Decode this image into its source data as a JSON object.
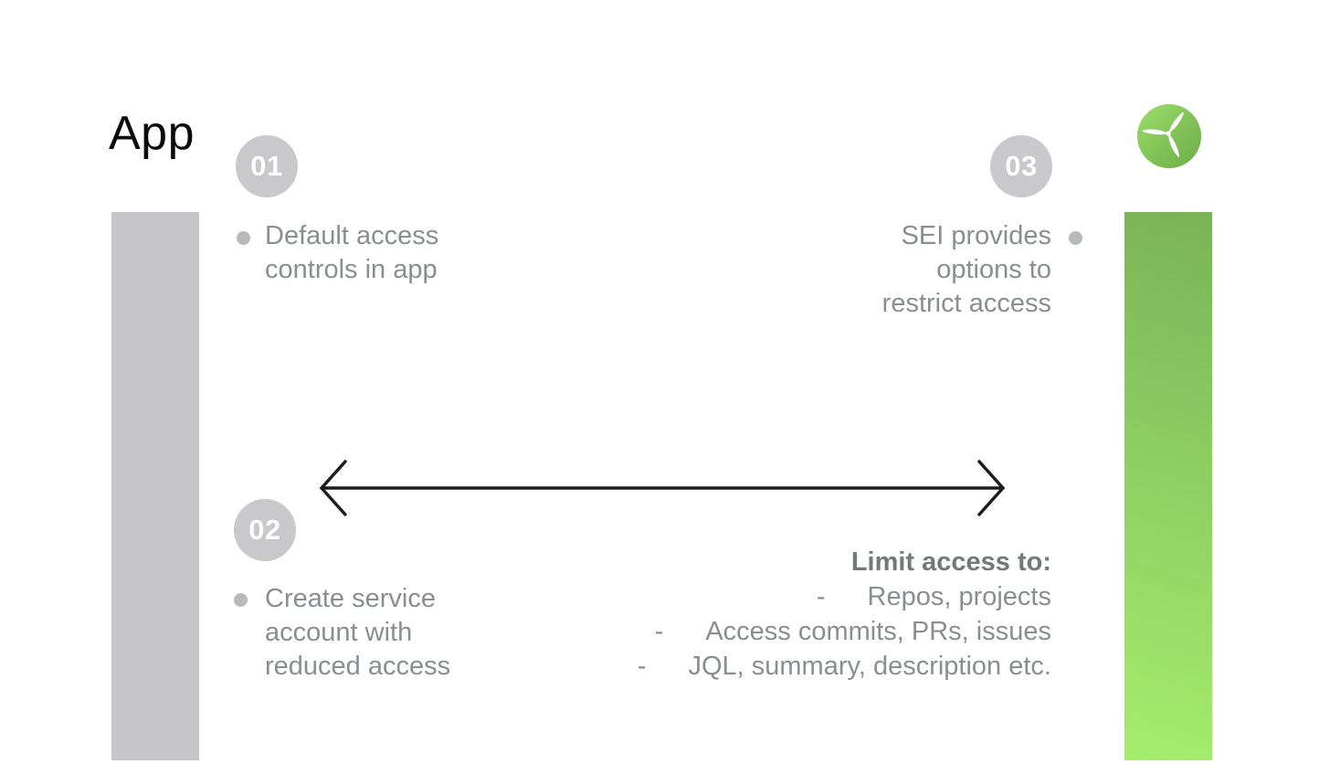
{
  "title": "App",
  "logo": {
    "icon": "propeller-icon"
  },
  "steps": [
    {
      "number": "01",
      "text": "Default access\ncontrols in app"
    },
    {
      "number": "02",
      "text": "Create service\naccount with\nreduced access"
    },
    {
      "number": "03",
      "text": "SEI provides\noptions to\nrestrict access"
    }
  ],
  "limit": {
    "heading": "Limit access to:",
    "dash": "-",
    "items": [
      "Repos, projects",
      "Access commits, PRs, issues",
      "JQL, summary, description etc."
    ]
  },
  "colors": {
    "left-bar": "#c6c6c8",
    "green-bar-top": "#7ab357",
    "green-bar-bottom": "#a4ee6e",
    "badge-bg": "#c9c9cb",
    "badge-text": "#fdfdfd",
    "bullet": "#b7b9bb",
    "text-gray": "#8b8e91",
    "heading-gray": "#75787b",
    "arrow": "#1d1d1f",
    "logo-light": "#9ddd6d",
    "logo-dark": "#6aad46"
  }
}
